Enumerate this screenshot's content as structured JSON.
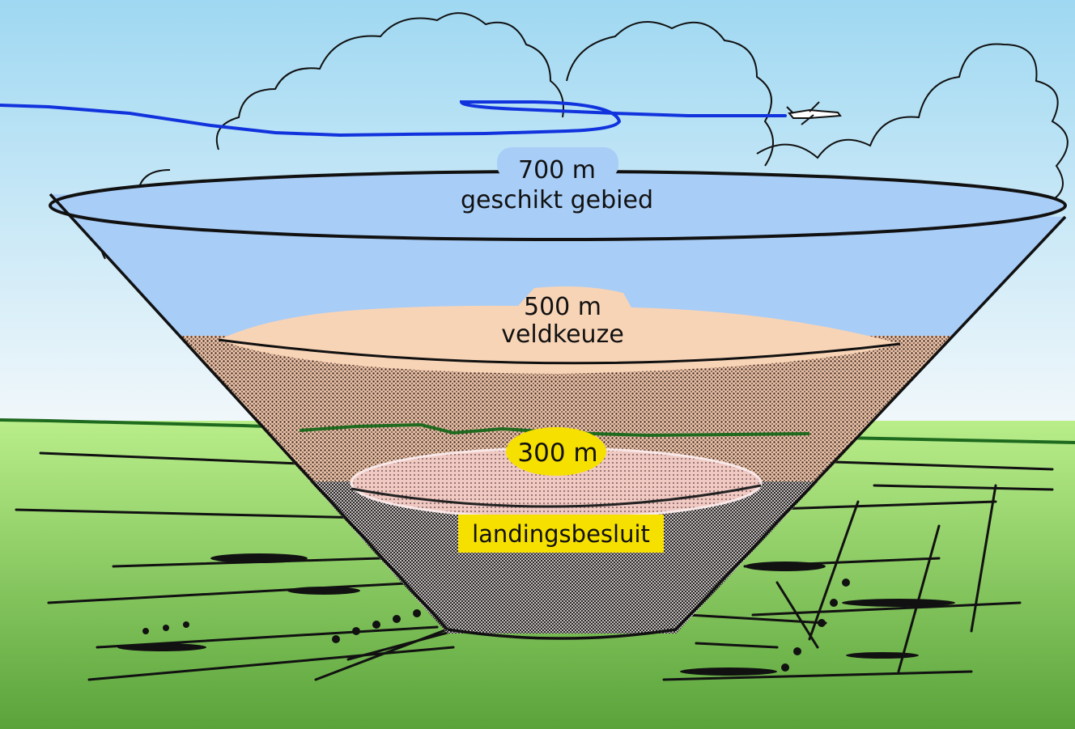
{
  "zones": [
    {
      "altitude": "700 m",
      "label": "geschikt gebied",
      "color": "#a8cdf7"
    },
    {
      "altitude": "500 m",
      "label": "veldkeuze",
      "color": "#f8d4b6"
    },
    {
      "altitude": "300 m",
      "label": "landingsbesluit",
      "color": "#f6e000"
    }
  ],
  "colors": {
    "sky_top": "#9fd8f2",
    "sky_bottom": "#f2f8fb",
    "ground_top": "#b9ee8a",
    "ground_bottom": "#5aa33a",
    "flight_path": "#1133dd",
    "horizon_line": "#1e6a1e",
    "outline": "#111111"
  }
}
